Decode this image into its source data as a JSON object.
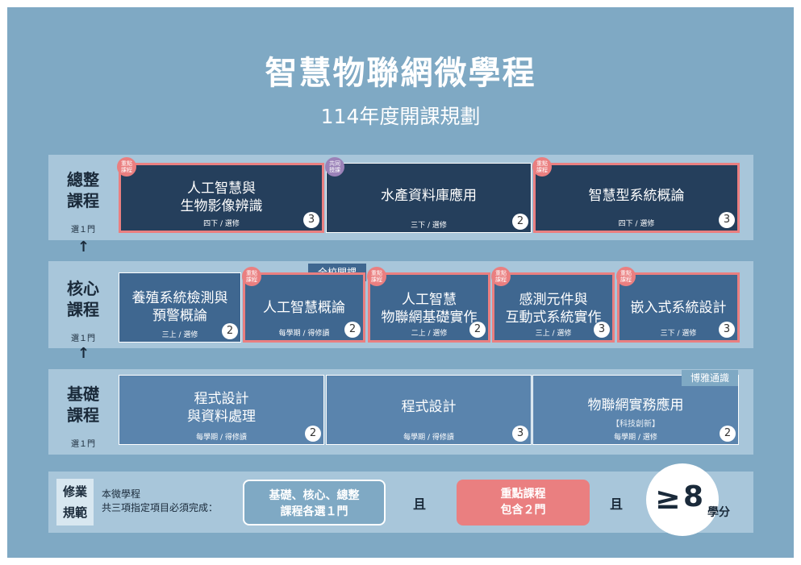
{
  "title": "智慧物聯網微學程",
  "subtitle": "114年度開課規劃",
  "colors": {
    "background": "#7fa9c4",
    "band": "#a8c6da",
    "highlight": "#ea7f80",
    "dark_card": "#253f5c",
    "mid_card": "#3f6790",
    "light_card": "#5a84ad",
    "shared_badge": "#9b82b8"
  },
  "tiers": [
    {
      "name_line1": "總整",
      "name_line2": "課程",
      "pick": "選１門",
      "courses": [
        {
          "badge": "重點課程",
          "title_line1": "人工智慧與",
          "title_line2": "生物影像辨識",
          "info": "四下 / 選修",
          "credits": "3"
        },
        {
          "badge": "共同授課",
          "title_line1": "水產資料庫應用",
          "info": "三下 / 選修",
          "credits": "2"
        },
        {
          "badge": "重點課程",
          "title_line1": "智慧型系統概論",
          "info": "四下 / 選修",
          "credits": "3"
        }
      ]
    },
    {
      "name_line1": "核心",
      "name_line2": "課程",
      "pick": "選１門",
      "tag": "全校開課",
      "courses": [
        {
          "title_line1": "養殖系統檢測與",
          "title_line2": "預警概論",
          "info": "三上 / 選修",
          "credits": "2"
        },
        {
          "badge": "重點課程",
          "title_line1": "人工智慧概論",
          "info": "每學期 / 得修讀",
          "credits": "2"
        },
        {
          "badge": "重點課程",
          "title_line1": "人工智慧",
          "title_line2": "物聯網基礎實作",
          "info": "二上 / 選修",
          "credits": "2"
        },
        {
          "badge": "重點課程",
          "title_line1": "感測元件與",
          "title_line2": "互動式系統實作",
          "info": "三上 / 選修",
          "credits": "3"
        },
        {
          "badge": "重點課程",
          "title_line1": "嵌入式系統設計",
          "info": "三下 / 選修",
          "credits": "3"
        }
      ]
    },
    {
      "name_line1": "基礎",
      "name_line2": "課程",
      "pick": "選１門",
      "tag": "博雅通識",
      "courses": [
        {
          "title_line1": "程式設計",
          "title_line2": "與資料處理",
          "info": "每學期 / 得修讀",
          "credits": "2"
        },
        {
          "title_line1": "程式設計",
          "info": "每學期 / 得修讀",
          "credits": "3"
        },
        {
          "title_line1": "物聯網實務應用",
          "note": "【科技創新】",
          "info": "每學期 / 選修",
          "credits": "2"
        }
      ]
    }
  ],
  "arrow": "↑",
  "requirement": {
    "label_line1": "修業",
    "label_line2": "規範",
    "desc_line1": "本微學程",
    "desc_line2": "共三項指定項目必須完成：",
    "box1_line1": "基礎、核心、總整",
    "box1_line2": "課程各選１門",
    "and": "且",
    "box2_line1": "重點課程",
    "box2_line2": "包含２門",
    "geq": "≥",
    "min_credits": "8",
    "unit": "學分"
  }
}
